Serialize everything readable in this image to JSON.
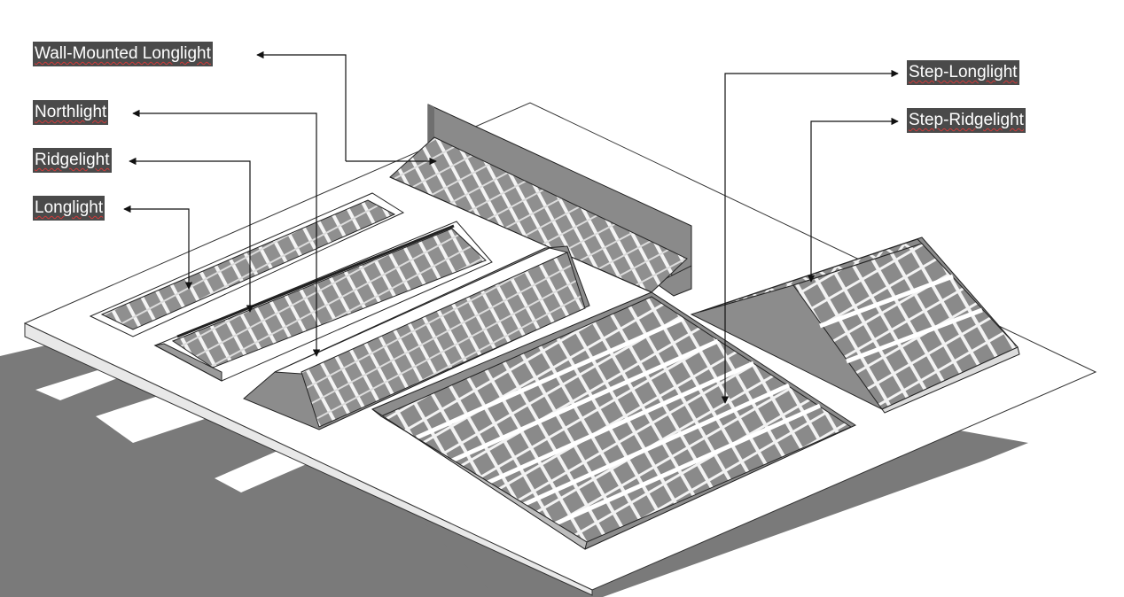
{
  "labels": {
    "wall_mounted_longlight": "Wall-Mounted Longlight",
    "northlight": "Northlight",
    "ridgelight": "Ridgelight",
    "longlight": "Longlight",
    "step_longlight": "Step-Longlight",
    "step_ridgelight": "Step-Ridgelight"
  },
  "colors": {
    "label_background": "#4a4a4a",
    "label_text": "#ffffff",
    "shadow": "#7a7a7a",
    "glazing": "#8c8c8c",
    "frame": "#ffffff",
    "outline": "#222222"
  }
}
